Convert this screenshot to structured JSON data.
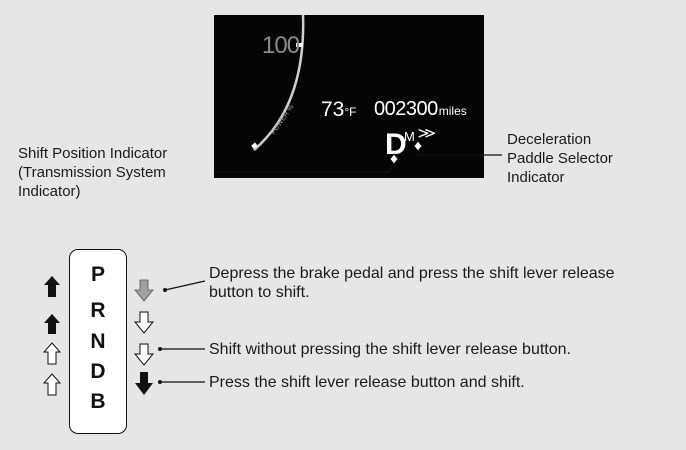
{
  "cluster": {
    "speed_value": "100",
    "power_label": "POWER %",
    "outside_temp": "73",
    "temp_unit": "°F",
    "odometer": "002300",
    "odometer_unit": "miles",
    "gear_position": "D",
    "gear_mode": "M",
    "decel_indicator_symbol": "≫"
  },
  "callouts": {
    "shift_indicator": [
      "Shift Position Indicator",
      "(Transmission System",
      "Indicator)"
    ],
    "decel_indicator": [
      "Deceleration",
      "Paddle Selector",
      "Indicator"
    ]
  },
  "gate": {
    "positions": [
      "P",
      "R",
      "N",
      "D",
      "B"
    ]
  },
  "legend": {
    "brake_and_release": [
      "Depress the brake pedal and press the shift lever release",
      "button to shift."
    ],
    "no_release": "Shift without pressing the shift lever release button.",
    "release_only": "Press the shift lever release button and shift."
  },
  "colors": {
    "panel": "#050505",
    "background": "#e6e6e6",
    "gray_arrow": "#a0a0a0",
    "black_arrow": "#111111"
  }
}
